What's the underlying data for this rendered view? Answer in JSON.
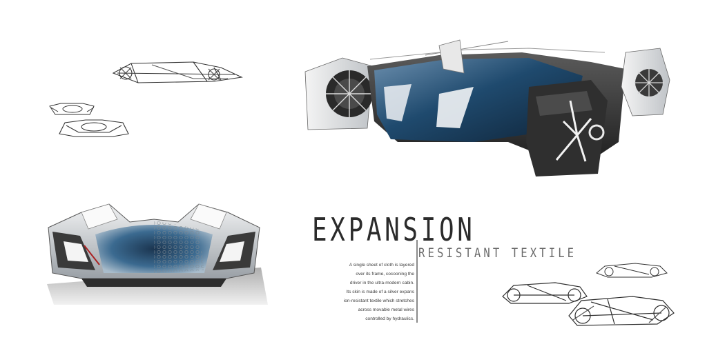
{
  "headline": "EXPANSION",
  "subhead": "RESISTANT TEXTILE",
  "body_lines": [
    "A single sheet of cloth is layered",
    "over its frame, cocooning the",
    "driver in the ultra-modern cabin.",
    "Its skin is made of a silver expans",
    "ion-resistant textile which stretches",
    "across movable metal wires",
    "controlled by hydraulics."
  ],
  "colors": {
    "accent_blue": "#1f4a6e",
    "body_dark": "#2e2e2e",
    "body_silver": "#cfd3d6",
    "text": "#2b2b2b"
  }
}
